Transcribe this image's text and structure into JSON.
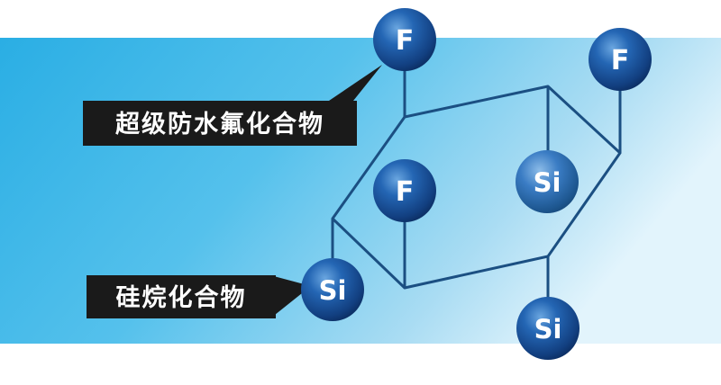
{
  "labels": {
    "fluoro_compound": "超级防水氟化合物",
    "silane_compound": "硅烷化合物"
  },
  "atoms": {
    "f_top": "F",
    "f_right": "F",
    "f_center": "F",
    "si_center": "Si",
    "si_left": "Si",
    "si_bottom": "Si"
  },
  "colors": {
    "band_left": "#2fb3e6",
    "band_right": "#d4eefa",
    "bond_line": "#1a4d80",
    "atom_core": "#1c5ea8",
    "atom_dark": "#0a2f63",
    "callout_bg": "#1a1a1a"
  }
}
